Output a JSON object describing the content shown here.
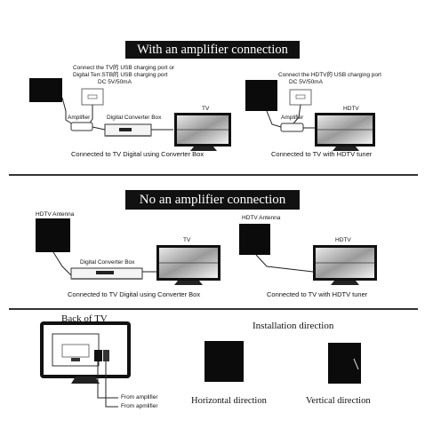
{
  "section1": {
    "banner": "With an amplifier connection",
    "left": {
      "note_line1": "Connect the TV的 USB charging port or",
      "note_line2": "Digital Terr.STB的 USB charging port",
      "note_line3": "DC 5V/50mA",
      "amplifier": "Amplifier",
      "converter": "Digital Converter Box",
      "tv": "TV",
      "caption": "Connected to TV Digital using Converter Box"
    },
    "right": {
      "note_line1": "Connect the HDTV的 USB charging port",
      "note_line2": "DC 5V/50mA",
      "amplifier": "Amplifier",
      "tv": "HDTV",
      "caption": "Connected to TV with HDTV tuner"
    }
  },
  "section2": {
    "banner": "No an amplifier connection",
    "left": {
      "antenna": "HDTV Antenna",
      "converter": "Digital Converter Box",
      "tv": "TV",
      "caption": "Connected to TV Digital using Converter Box"
    },
    "right": {
      "antenna": "HDTV Antenna",
      "tv": "HDTV",
      "caption": "Connected to TV with HDTV tuner"
    }
  },
  "section3": {
    "back_title": "Back of TV",
    "from1": "From amplifier",
    "from2": "From apmlifier",
    "install_title": "Installation direction",
    "horizontal": "Horizontal direction",
    "vertical": "Vertical direction"
  },
  "colors": {
    "ink": "#111111",
    "paper": "#ffffff",
    "rule": "#333333"
  }
}
